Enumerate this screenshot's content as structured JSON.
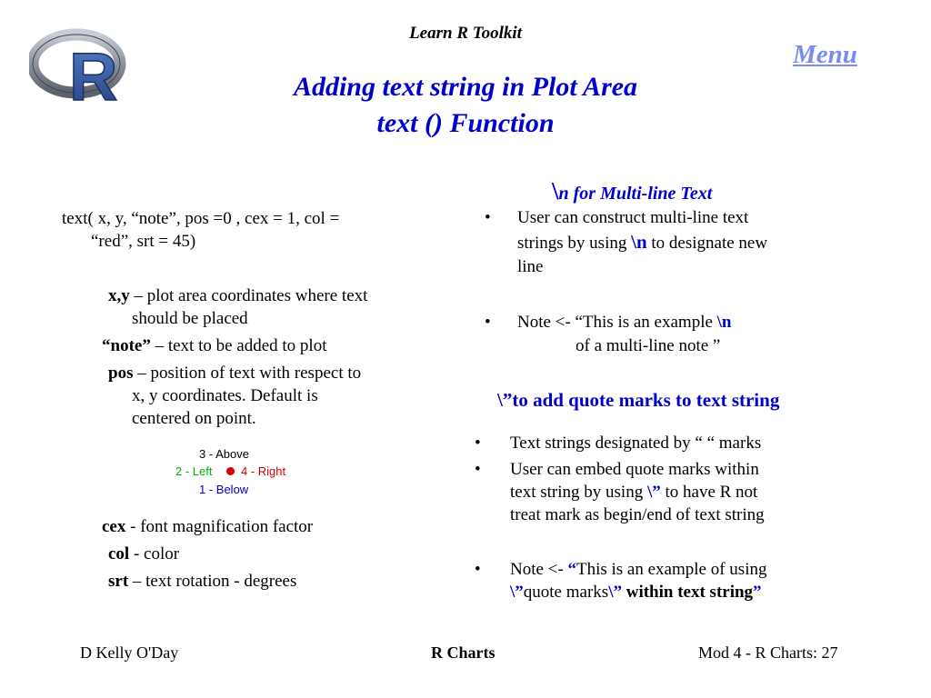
{
  "header": {
    "toolkit_title": "Learn R Toolkit",
    "menu_label": "Menu",
    "title_line1": "Adding text string in  Plot Area",
    "title_line2": "text () Function",
    "logo_letter": "R"
  },
  "left": {
    "signature_line1": "text( x, y, “note”, pos =0  ,  cex = 1, col =",
    "signature_line2": "“red”, srt = 45)",
    "params": [
      {
        "term": "x,y",
        "desc_line1": " – plot area coordinates where text",
        "desc_line2": "should be placed"
      },
      {
        "term": "“note”",
        "desc_line1": " – text to be added to plot"
      },
      {
        "term": "pos",
        "desc_line1": " – position of text with respect to",
        "desc_line2": "x, y coordinates. Default is",
        "desc_line3": "centered on point."
      },
      {
        "term": "cex",
        "desc_line1": " - font magnification factor"
      },
      {
        "term": "col",
        "desc_line1": "  - color"
      },
      {
        "term": "srt",
        "desc_line1": " – text rotation - degrees"
      }
    ],
    "position_figure": {
      "above": "3 - Above",
      "left": "2 - Left",
      "right": "4 - Right",
      "below": "1 - Below",
      "colors": {
        "above": "#000000",
        "left": "#00b000",
        "right": "#cc0000",
        "below": "#0000cc",
        "point": "#dd0000"
      }
    }
  },
  "right": {
    "section1_slash": "\\",
    "section1_heading": "n for Multi-line Text",
    "section1_bullets": [
      {
        "line1": "User  can construct multi-line text",
        "line2_a": "strings by using ",
        "line2_code": "\\n",
        "line2_b": " to designate new",
        "line3": "line"
      },
      {
        "line1_a": "Note <- “This is an example ",
        "line1_code": "\\n",
        "line2": "of a multi-line note ”"
      }
    ],
    "section2_heading": "\\”to add quote marks to text string",
    "section2_bullets": [
      {
        "line1": "Text strings designated by “ “ marks"
      },
      {
        "line1": "User can embed quote marks within",
        "line2_a": "text string by using ",
        "line2_code": "\\”",
        "line2_b": " to have R not",
        "line3": "treat mark as begin/end of text string"
      },
      {
        "line1_a": "Note <- ",
        "line1_code": "“",
        "line1_b": "This is an example of using",
        "line2_code1": "\\”",
        "line2_a": "quote marks",
        "line2_code2": "\\”",
        "line2_bold": " within text string",
        "line2_code3": "”"
      }
    ],
    "bullet_char": "•"
  },
  "footer": {
    "author": "D Kelly O'Day",
    "center": "R Charts",
    "page": "Mod 4 - R Charts: 27"
  },
  "colors": {
    "accent_blue": "#0000cc",
    "menu_link": "#7b8cf0"
  }
}
